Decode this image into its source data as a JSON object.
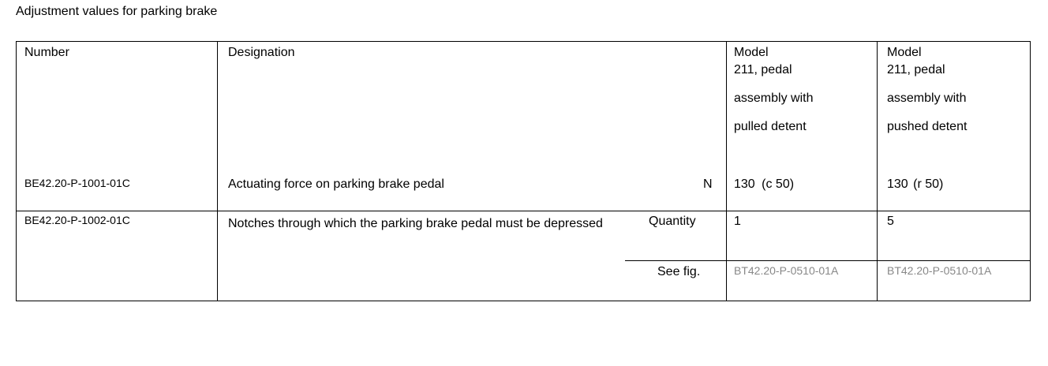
{
  "title": "Adjustment values for parking brake",
  "headers": {
    "number": "Number",
    "designation": "Designation",
    "model_pulled": [
      "Model",
      "211, pedal",
      "assembly with",
      "pulled detent"
    ],
    "model_pushed": [
      "Model",
      "211, pedal",
      "assembly with",
      "pushed detent"
    ]
  },
  "rows": [
    {
      "number": "BE42.20-P-1001-01C",
      "designation": "Actuating force on parking brake pedal",
      "unit": "N",
      "pulled": "130",
      "pulled_tol": "(c 50)",
      "pushed": "130",
      "pushed_tol": "(r 50)"
    },
    {
      "number": "BE42.20-P-1002-01C",
      "designation": "Notches through which the parking brake pedal must be depressed",
      "unit": "Quantity",
      "pulled": "1",
      "pushed": "5",
      "sub_unit": "See fig.",
      "pulled_fig": "BT42.20-P-0510-01A",
      "pushed_fig": "BT42.20-P-0510-01A"
    }
  ]
}
